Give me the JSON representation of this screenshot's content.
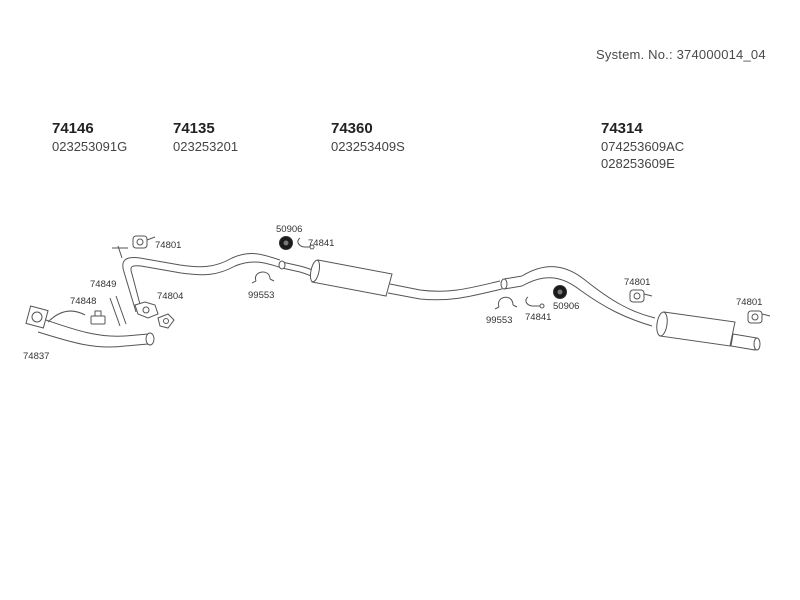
{
  "system": {
    "text": "System. No.: 374000014_04"
  },
  "groups": [
    {
      "part": "74146",
      "oem": [
        "023253091G"
      ]
    },
    {
      "part": "74135",
      "oem": [
        "023253201"
      ]
    },
    {
      "part": "74360",
      "oem": [
        "023253409S"
      ]
    },
    {
      "part": "74314",
      "oem": [
        "074253609AC",
        "028253609E"
      ]
    }
  ],
  "callouts": {
    "p74837": "74837",
    "p74848": "74848",
    "p74849": "74849",
    "p74801a": "74801",
    "p74804": "74804",
    "p50906a": "50906",
    "p74841a": "74841",
    "p99553a": "99553",
    "p99553b": "99553",
    "p74841b": "74841",
    "p50906b": "50906",
    "p74801b": "74801",
    "p74801c": "74801"
  }
}
